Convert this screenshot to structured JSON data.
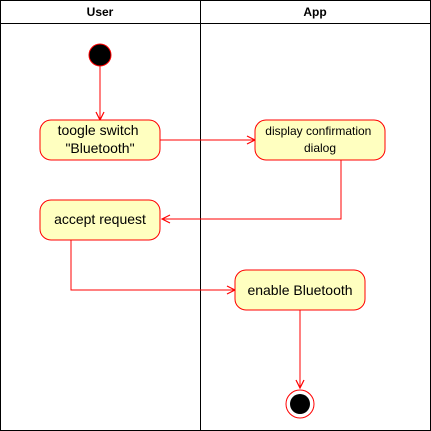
{
  "lanes": {
    "user": "User",
    "app": "App"
  },
  "nodes": {
    "toggle_line1": "toogle switch",
    "toggle_line2": "\"Bluetooth\"",
    "confirm_line1": "display confirmation",
    "confirm_line2": "dialog",
    "accept": "accept request",
    "enable": "enable Bluetooth"
  },
  "colors": {
    "activity_fill": "#ffffc0",
    "activity_stroke": "#ff0000",
    "flow_arrow": "#ff0000",
    "swimlane_border": "#000000",
    "node_marker": "#000000"
  }
}
